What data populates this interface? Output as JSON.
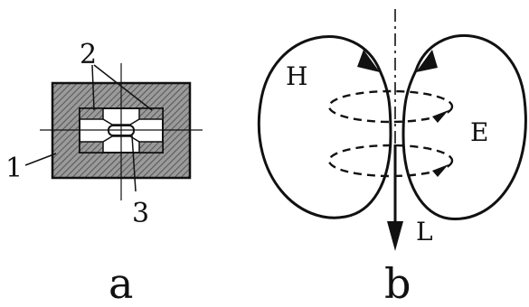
{
  "left_figure": {
    "subfigure_label": "a",
    "callouts": {
      "housing": "1",
      "inserts": "2",
      "element": "3"
    }
  },
  "right_figure": {
    "subfigure_label": "b",
    "field_labels": {
      "magnetic": "H",
      "electric": "E",
      "direction": "L"
    }
  },
  "colors": {
    "stroke": "#111111",
    "hatch": "#777777"
  }
}
